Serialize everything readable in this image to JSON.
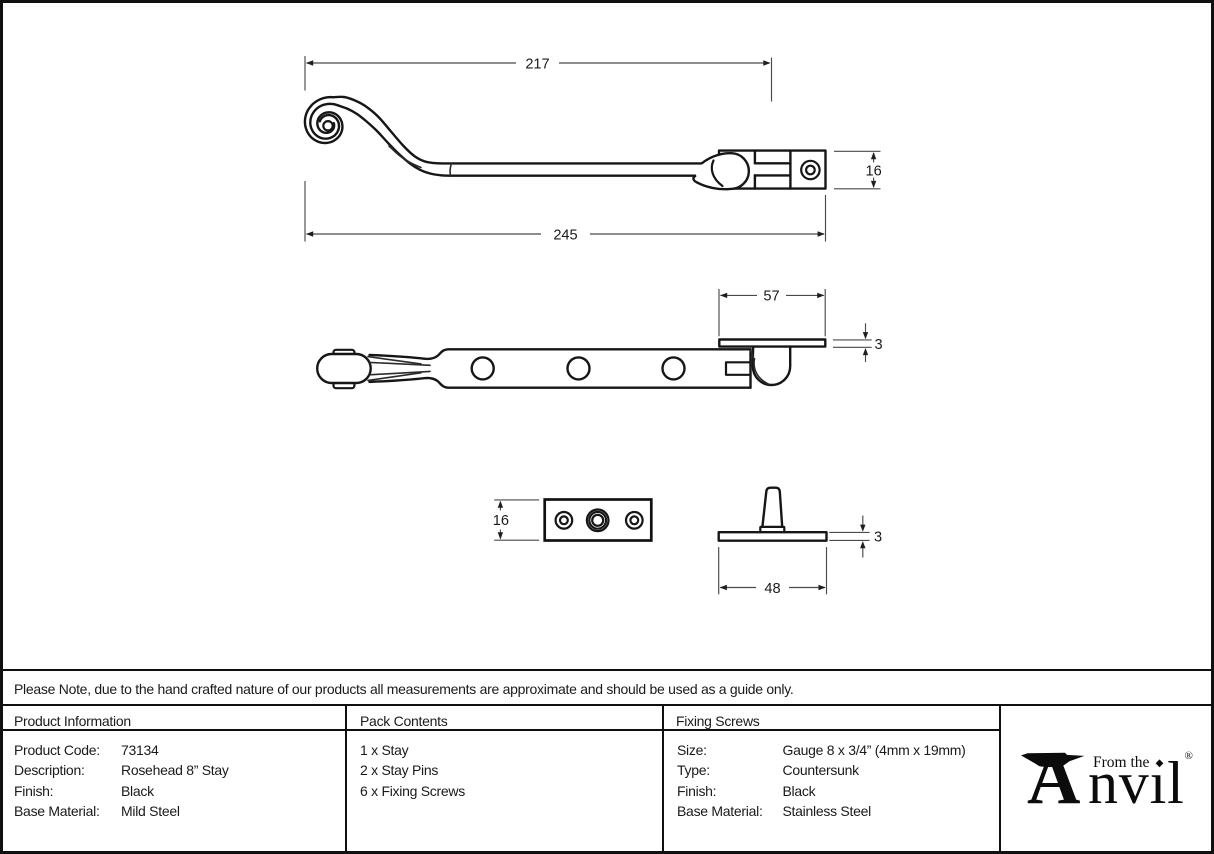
{
  "note": {
    "text": "Please Note, due to the hand crafted nature of our products all measurements are approximate and should be used as a guide only."
  },
  "drawing": {
    "side_view": {
      "length_to_pivot": "217",
      "overall_length": "245",
      "bracket_height": "16"
    },
    "plan_view": {
      "keeper_plate_length": "57",
      "keeper_plate_thickness": "3"
    },
    "plate_front_view": {
      "plate_height": "16"
    },
    "pin_side_view": {
      "base_plate_length": "48",
      "base_plate_thickness": "3"
    }
  },
  "table": {
    "product_information": {
      "title": "Product Information",
      "rows": [
        {
          "label": "Product Code:",
          "value": "73134"
        },
        {
          "label": "Description:",
          "value": "Rosehead 8” Stay"
        },
        {
          "label": "Finish:",
          "value": "Black"
        },
        {
          "label": "Base Material:",
          "value": "Mild Steel"
        }
      ]
    },
    "pack_contents": {
      "title": "Pack Contents",
      "items": [
        "1 x Stay",
        "2 x Stay Pins",
        "6 x Fixing Screws"
      ]
    },
    "fixing_screws": {
      "title": "Fixing Screws",
      "rows": [
        {
          "label": "Size:",
          "value": "Gauge 8 x 3/4” (4mm x 19mm)"
        },
        {
          "label": "Type:",
          "value": "Countersunk"
        },
        {
          "label": "Finish:",
          "value": "Black"
        },
        {
          "label": "Base Material:",
          "value": "Stainless Steel"
        }
      ]
    },
    "logo": {
      "brand": "Anvil",
      "brand_initial": "A",
      "brand_display": "nvıl",
      "from_the": "From the",
      "registered": "®"
    }
  },
  "colors": {
    "ink": "#1a1a1a",
    "thin_line": "#4a4a4a",
    "background": "#ffffff"
  }
}
